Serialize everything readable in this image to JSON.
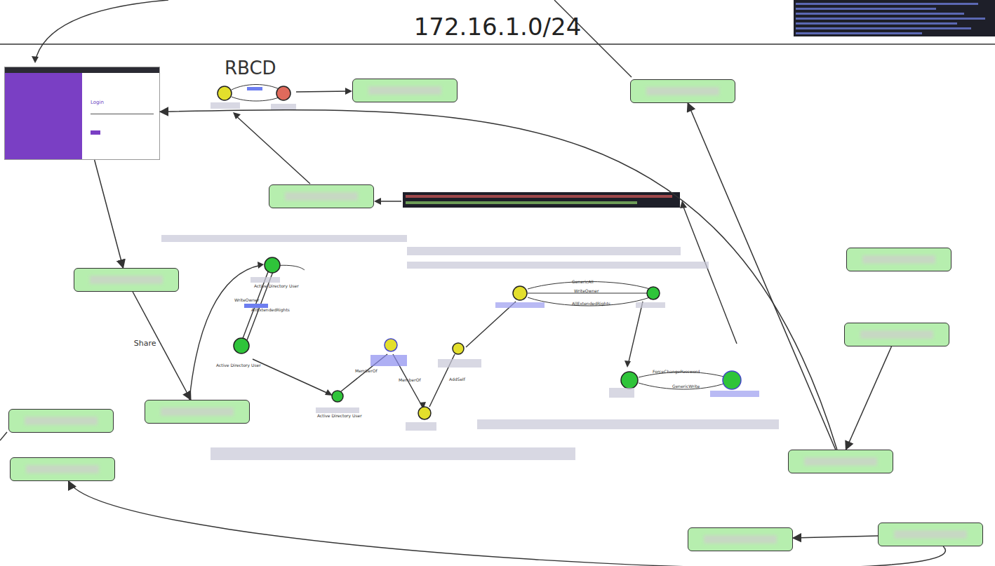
{
  "diagram": {
    "title": "172.16.1.0/24",
    "nodes": [
      {
        "text": []
      },
      {
        "text": []
      },
      {
        "text": []
      },
      {
        "text": []
      },
      {
        "text": []
      },
      {
        "text": []
      },
      {
        "text": []
      },
      {
        "text": []
      },
      {
        "text": []
      },
      {
        "text": []
      },
      {
        "text": []
      },
      {
        "text": []
      },
      {
        "text": [
          "Login"
        ]
      }
    ],
    "edges": [
      {
        "from": 12,
        "to": 3,
        "arrow": "to"
      },
      {
        "from": 3,
        "to": 4,
        "label": "Share",
        "arrow": "to"
      },
      {
        "from": 9,
        "to": 12,
        "arrow": "to"
      },
      {
        "from": 9,
        "to": 1,
        "arrow": "to"
      },
      {
        "from": 8,
        "to": 9,
        "arrow": "to"
      },
      {
        "from": 11,
        "to": 10,
        "arrow": "to"
      },
      {
        "from": 11,
        "to": 6,
        "arrow": "to"
      }
    ],
    "labels": [
      "RBCD",
      "WriteOwner",
      "AllExtendedRights",
      "Active Directory User",
      "Active Directory User",
      "Active Directory User",
      "MemberOf",
      "MemberOf",
      "AddSelf",
      "GenericAll",
      "WriteOwner",
      "AllExtendedRights",
      "ForceChangePassword",
      "GenericWrite"
    ]
  }
}
